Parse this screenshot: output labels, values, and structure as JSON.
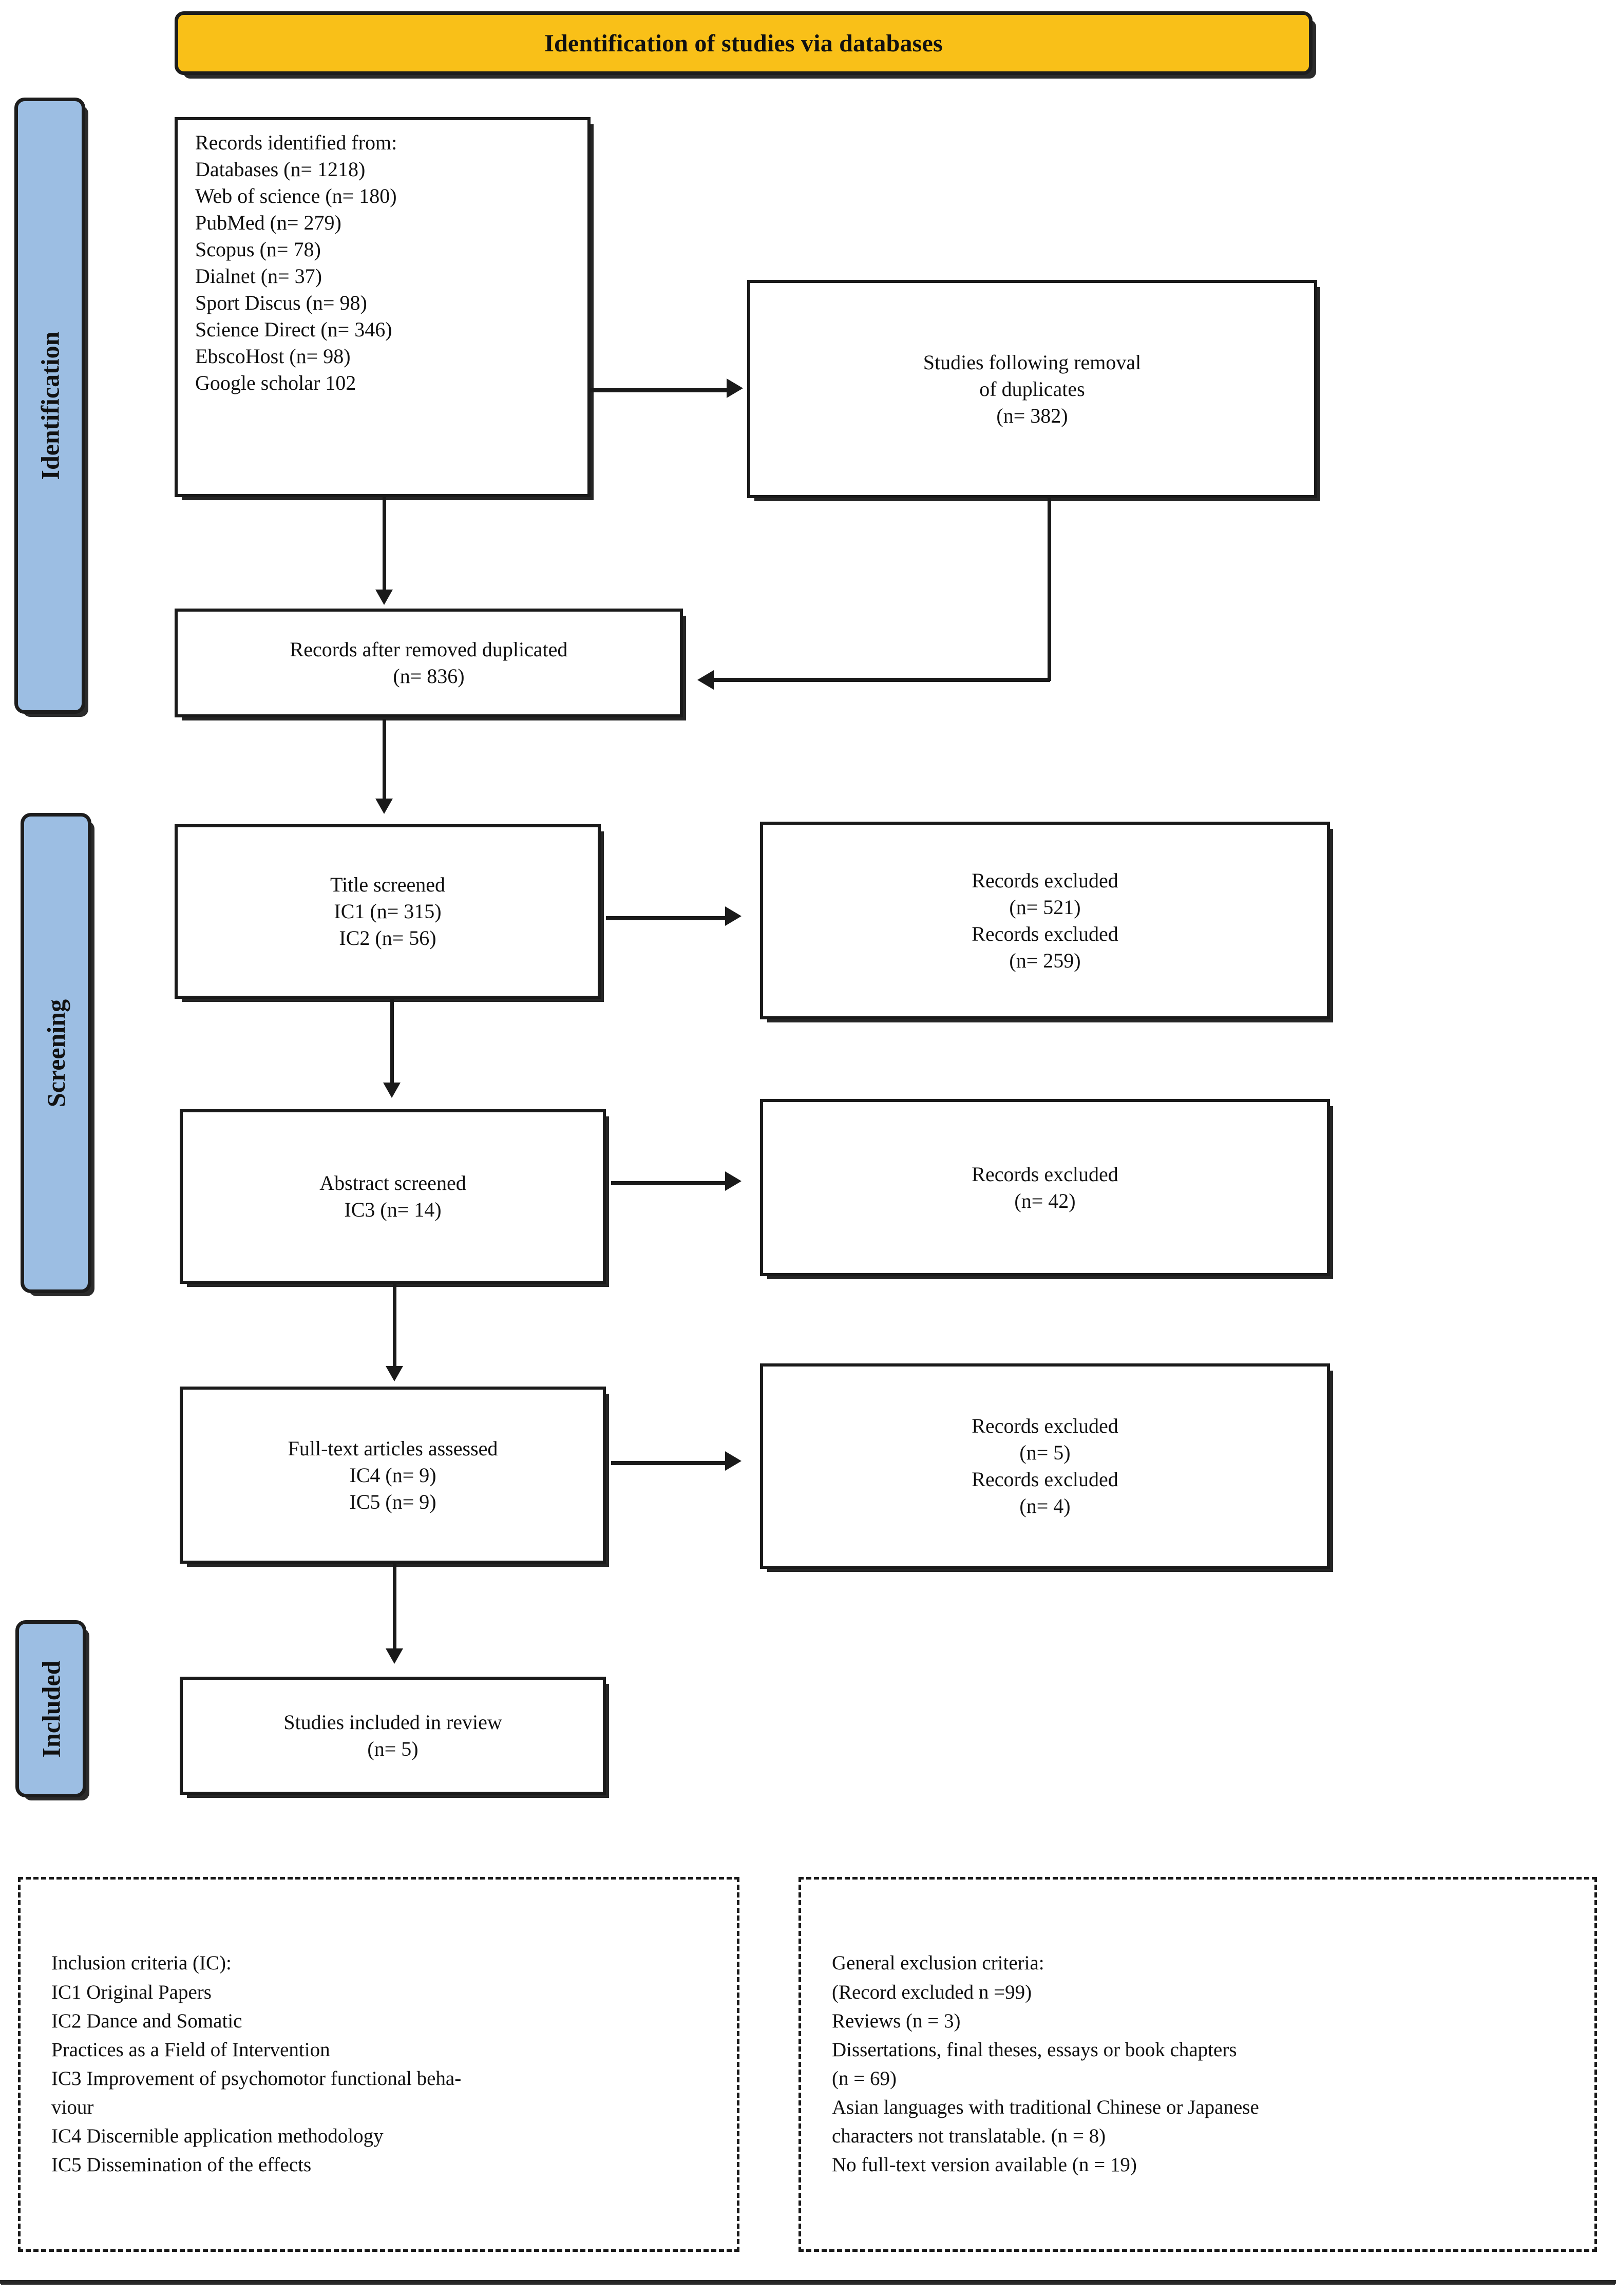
{
  "title": {
    "text": "Identification of studies via databases"
  },
  "colors": {
    "banner_fill": "#F9C018",
    "stage_fill": "#9CBEE3",
    "line": "#1a1a1a",
    "box_fill": "#ffffff"
  },
  "stages": [
    {
      "label": "Identification"
    },
    {
      "label": "Screening"
    },
    {
      "label": "Included"
    }
  ],
  "boxes": {
    "records_identified": {
      "lines": [
        "Records identified from:",
        "Databases (n= 1218)",
        "Web of science (n= 180)",
        "PubMed (n= 279)",
        "Scopus (n= 78)",
        "Dialnet (n= 37)",
        "Sport Discus (n= 98)",
        "Science Direct (n= 346)",
        "EbscoHost (n= 98)",
        "Google scholar 102"
      ]
    },
    "duplicates_removed": {
      "lines": [
        "Studies following removal",
        "of duplicates",
        "(n= 382)"
      ]
    },
    "records_after_duplicates": {
      "lines": [
        "Records after removed duplicated",
        "(n= 836)"
      ]
    },
    "title_screened": {
      "lines": [
        "Title screened",
        "IC1 (n= 315)",
        "IC2 (n= 56)"
      ]
    },
    "title_excluded": {
      "lines": [
        "Records excluded",
        "(n= 521)",
        "Records excluded",
        "(n= 259)"
      ]
    },
    "abstract_screened": {
      "lines": [
        "Abstract screened",
        "IC3 (n= 14)"
      ]
    },
    "abstract_excluded": {
      "lines": [
        "Records excluded",
        "(n= 42)"
      ]
    },
    "fulltext_assessed": {
      "lines": [
        "Full-text articles assessed",
        "IC4 (n= 9)",
        "IC5 (n= 9)"
      ]
    },
    "fulltext_excluded": {
      "lines": [
        "Records excluded",
        "(n= 5)",
        "Records excluded",
        "(n= 4)"
      ]
    },
    "studies_included": {
      "lines": [
        "Studies included in review",
        "(n= 5)"
      ]
    }
  },
  "inclusion_criteria": {
    "lines": [
      "Inclusion criteria (IC):",
      "IC1 Original Papers",
      "IC2 Dance and Somatic",
      "Practices as a Field of Intervention",
      "IC3 Improvement of psychomotor functional beha-",
      "viour",
      "IC4 Discernible application methodology",
      "IC5 Dissemination of the effects"
    ]
  },
  "exclusion_criteria": {
    "lines": [
      " General exclusion criteria:",
      "(Record excluded n =99)",
      "Reviews (n = 3)",
      "Dissertations, final theses, essays or book chapters",
      "(n = 69)",
      "Asian languages with traditional Chinese or Japanese",
      "characters not translatable. (n = 8)",
      "No full-text version available (n = 19)"
    ]
  }
}
